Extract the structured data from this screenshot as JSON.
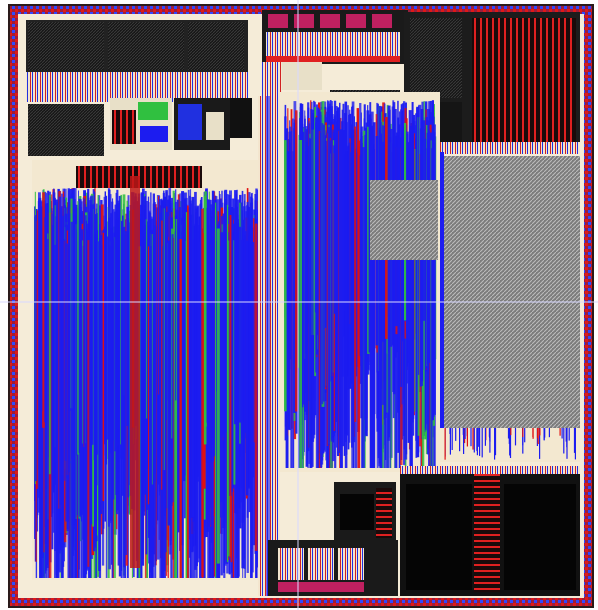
{
  "layout_viewer": {
    "view_type": "chip-layout",
    "crosshair": true,
    "palette": {
      "background": "#ffffff",
      "die_edge": "#2a1a1a",
      "pad_ring_primary": "#d01818",
      "pad_ring_secondary": "#2040ff",
      "metal_blue": "#1c1cf0",
      "metal_red": "#e01010",
      "fill_white": "#f4ead6",
      "via_green": "#30d040",
      "black_block": "#0a0a0a",
      "mem_hatch": "#8a8a8a",
      "crosshair": "#c8c8ff"
    },
    "regions": [
      {
        "name": "top-left-memory-bank",
        "kind": "memory"
      },
      {
        "name": "top-center-io-cluster",
        "kind": "io"
      },
      {
        "name": "top-right-memory-bank",
        "kind": "memory"
      },
      {
        "name": "left-logic-core",
        "kind": "logic"
      },
      {
        "name": "center-logic-core",
        "kind": "logic"
      },
      {
        "name": "right-sram-array",
        "kind": "sram"
      },
      {
        "name": "bottom-right-macro",
        "kind": "macro"
      },
      {
        "name": "bottom-center-io-cluster",
        "kind": "io"
      }
    ]
  }
}
